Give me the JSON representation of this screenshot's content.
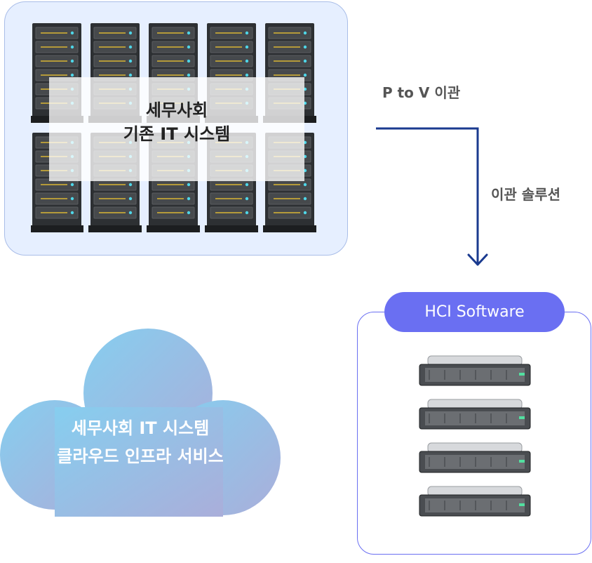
{
  "legacy_system": {
    "line1": "세무사회",
    "line2": "기존 IT 시스템"
  },
  "migration": {
    "top_label": "P to V 이관",
    "side_label": "이관 솔루션",
    "arrow_color": "#1a3a8f"
  },
  "hci": {
    "badge_label": "HCI Software",
    "accent_color": "#6a6ff2",
    "server_units": 4
  },
  "cloud_service": {
    "line1": "세무사회 IT 시스템",
    "line2": "클라우드 인프라 서비스",
    "gradient_colors": [
      "#86ceef",
      "#aaaeda"
    ]
  }
}
